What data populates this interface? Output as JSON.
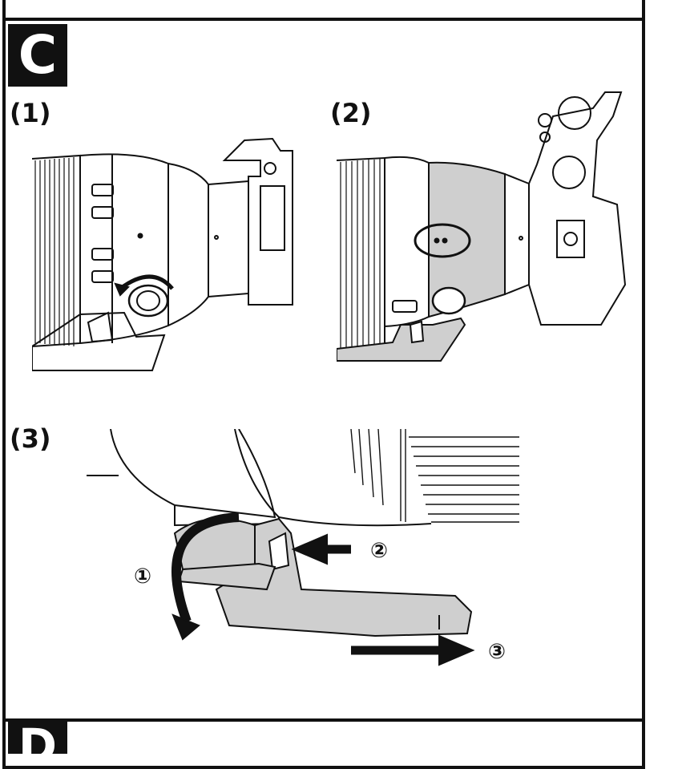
{
  "section": {
    "letter": "C",
    "next_letter": "D"
  },
  "steps": [
    {
      "label": "(1)"
    },
    {
      "label": "(2)"
    },
    {
      "label": "(3)"
    }
  ],
  "callouts": [
    "①",
    "②",
    "③"
  ],
  "colors": {
    "ink": "#111111",
    "shade": "#cfcfcf",
    "paper": "#ffffff"
  }
}
